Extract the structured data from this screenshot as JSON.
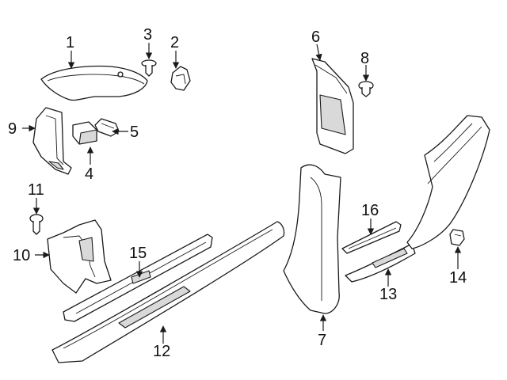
{
  "diagram": {
    "callouts": [
      {
        "id": "c1",
        "label": "1"
      },
      {
        "id": "c2",
        "label": "2"
      },
      {
        "id": "c3",
        "label": "3"
      },
      {
        "id": "c4",
        "label": "4"
      },
      {
        "id": "c5",
        "label": "5"
      },
      {
        "id": "c6",
        "label": "6"
      },
      {
        "id": "c7",
        "label": "7"
      },
      {
        "id": "c8",
        "label": "8"
      },
      {
        "id": "c9",
        "label": "9"
      },
      {
        "id": "c10",
        "label": "10"
      },
      {
        "id": "c11",
        "label": "11"
      },
      {
        "id": "c12",
        "label": "12"
      },
      {
        "id": "c13",
        "label": "13"
      },
      {
        "id": "c14",
        "label": "14"
      },
      {
        "id": "c15",
        "label": "15"
      },
      {
        "id": "c16",
        "label": "16"
      }
    ],
    "colors": {
      "line": "#1a1a1a",
      "fill": "#ffffff",
      "shade": "#d9d9d9"
    }
  }
}
